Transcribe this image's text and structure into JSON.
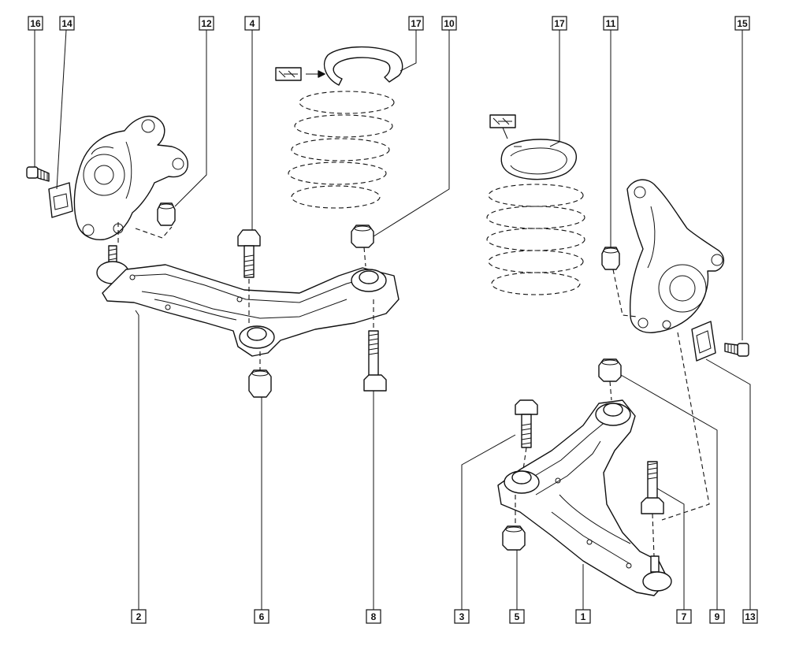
{
  "diagram": {
    "callouts": {
      "c16": "16",
      "c14": "14",
      "c12": "12",
      "c4": "4",
      "c17a": "17",
      "c10": "10",
      "c17b": "17",
      "c11": "11",
      "c15": "15",
      "c2": "2",
      "c6": "6",
      "c8": "8",
      "c3": "3",
      "c5": "5",
      "c1": "1",
      "c7": "7",
      "c9": "9",
      "c13": "13"
    }
  }
}
